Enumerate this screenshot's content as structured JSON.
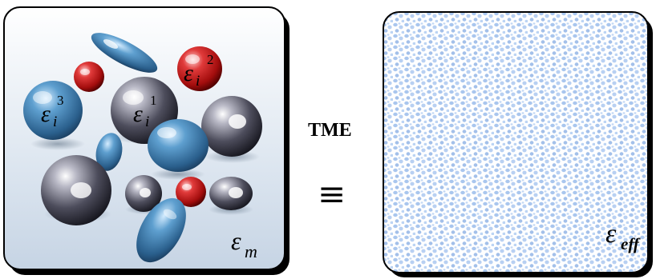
{
  "composite_panel": {
    "inclusions": [
      {
        "symbol": "ε",
        "subscript": "i",
        "superscript": "1",
        "color": "#4a4a5a"
      },
      {
        "symbol": "ε",
        "subscript": "i",
        "superscript": "2",
        "color": "#c41e1e"
      },
      {
        "symbol": "ε",
        "subscript": "i",
        "superscript": "3",
        "color": "#2e6e9e"
      }
    ],
    "matrix": {
      "symbol": "ε",
      "subscript": "m"
    }
  },
  "method_label": "TME",
  "equivalence_symbol": "≡",
  "effective_panel": {
    "medium": {
      "symbol": "ε",
      "subscript": "eff"
    },
    "pattern_color": "#a9c6ee"
  }
}
